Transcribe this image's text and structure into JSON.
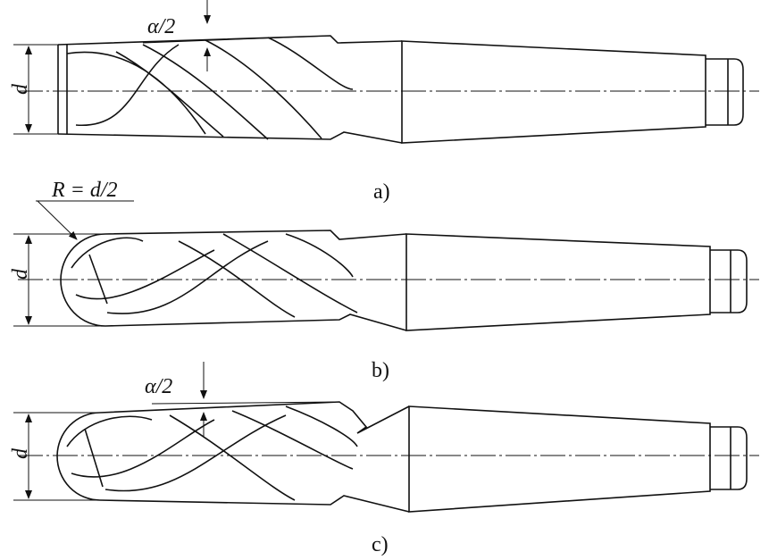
{
  "figure": {
    "a": {
      "caption": "a)",
      "angle_label": "α/2",
      "diameter_label": "d"
    },
    "b": {
      "caption": "b)",
      "radius_label": "R = d/2",
      "diameter_label": "d"
    },
    "c": {
      "caption": "c)",
      "angle_label": "α/2",
      "diameter_label": "d"
    }
  }
}
